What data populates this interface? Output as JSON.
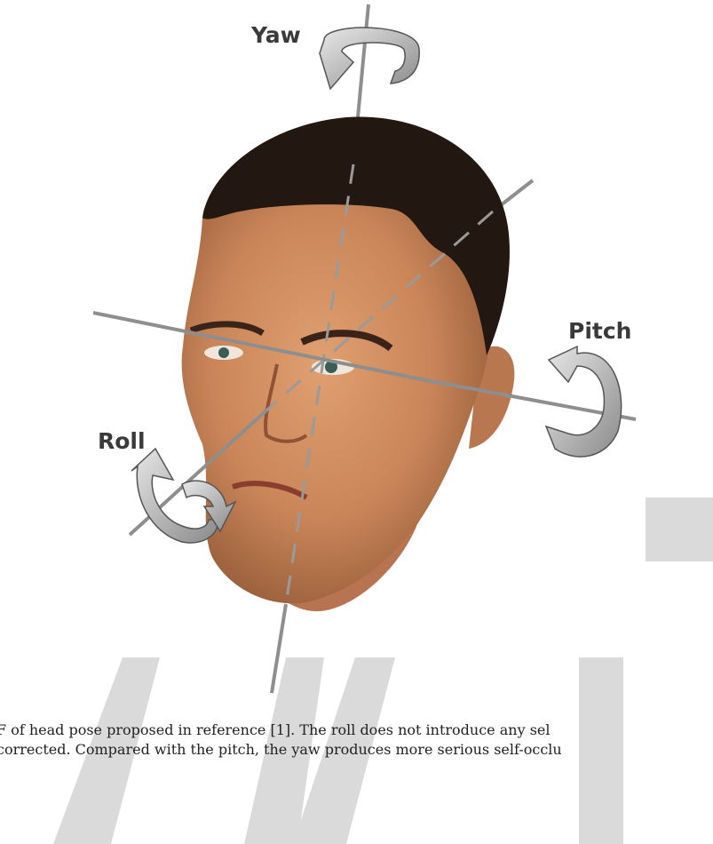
{
  "figure": {
    "labels": {
      "yaw": "Yaw",
      "pitch": "Pitch",
      "roll": "Roll"
    },
    "caption_lines": [
      "F of head pose proposed in reference [1]. The roll does not introduce any sel",
      "corrected. Compared with the pitch, the yaw produces more serious self-occlu"
    ],
    "colors": {
      "axis": "#8e8e8e",
      "arrow": "#b9b9b9",
      "hair": "#231711",
      "skin": "#d18a5f",
      "watermark": "#d9d9d9"
    }
  }
}
